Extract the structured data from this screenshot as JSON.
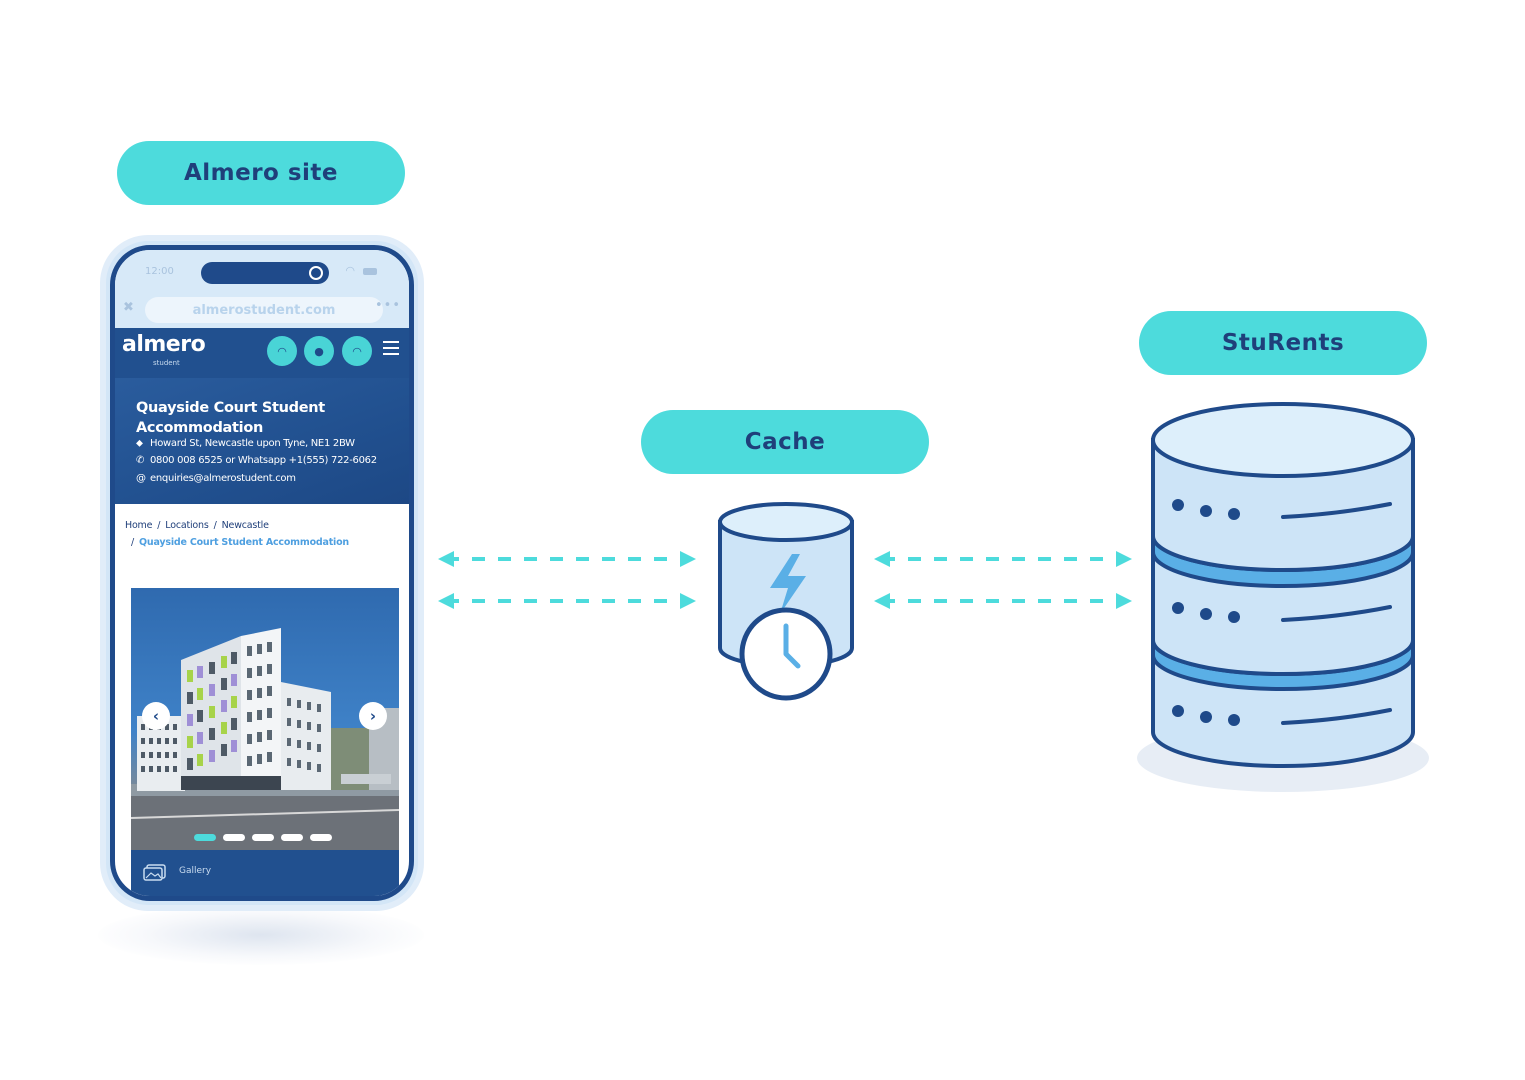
{
  "labels": {
    "site": "Almero site",
    "cache": "Cache",
    "sturents": "StuRents"
  },
  "phone": {
    "time": "12:00",
    "url": "almerostudent.com",
    "logo": "almero",
    "logo_sub": "student",
    "hero": {
      "title": "Quayside Court Student Accommodation",
      "address": "Howard St, Newcastle upon Tyne, NE1 2BW",
      "phone": "0800 008 6525 or Whatsapp +1(555) 722-6062",
      "email": "enquiries@almerostudent.com"
    },
    "breadcrumb": {
      "home": "Home",
      "locations": "Locations",
      "city": "Newcastle",
      "current": "Quayside Court Student Accommodation"
    },
    "gallery": {
      "label": "Gallery",
      "slides": 5,
      "active_slide": 1
    }
  },
  "colors": {
    "pill": "#4ddbdc",
    "pill_text": "#1f3f7a",
    "navy": "#21508f",
    "arrow": "#4ddbdc",
    "db_fill": "#cde4f7",
    "db_band": "#5aafe6"
  },
  "icons": [
    "lightning-icon",
    "clock-icon",
    "database-icon",
    "bidirectional-arrow-icon"
  ]
}
